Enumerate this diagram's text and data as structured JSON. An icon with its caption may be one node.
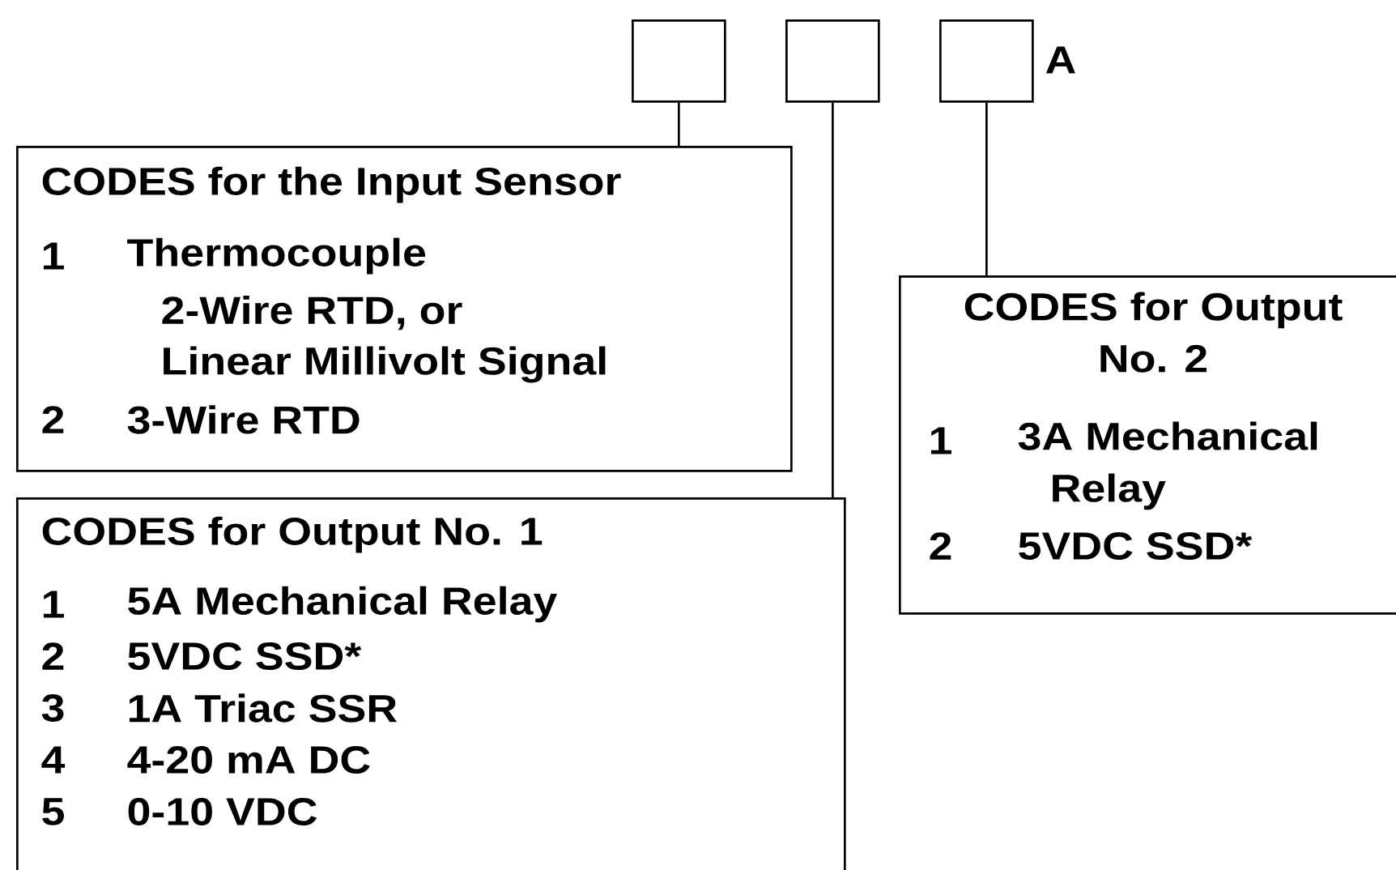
{
  "diagram": {
    "nodes": [
      {
        "text": [],
        "shape": "box"
      },
      {
        "text": [],
        "shape": "box"
      },
      {
        "text": [],
        "shape": "box"
      },
      {
        "text": [
          "CODES for the Input Sensor",
          "1",
          "Thermocouple",
          "2-Wire RTD, or",
          "Linear Millivolt Signal",
          "2",
          "3-Wire RTD"
        ]
      },
      {
        "text": [
          "CODES for Output No. 1",
          "1",
          "5A Mechanical Relay",
          "2",
          "5VDC SSD*",
          "3",
          "1A Triac SSR",
          "4",
          "4-20 mA DC",
          "5",
          "0-10 VDC"
        ]
      },
      {
        "text": [
          "CODES for Output No. 2",
          "1",
          "3A Mechanical Relay",
          "2",
          "5VDC SSD*"
        ]
      }
    ],
    "edges": [
      {
        "from": 0,
        "to": 3,
        "arrow": "none"
      },
      {
        "from": 1,
        "to": 4,
        "arrow": "none"
      },
      {
        "from": 2,
        "to": 5,
        "arrow": "none"
      }
    ],
    "labels": [
      "A"
    ]
  }
}
